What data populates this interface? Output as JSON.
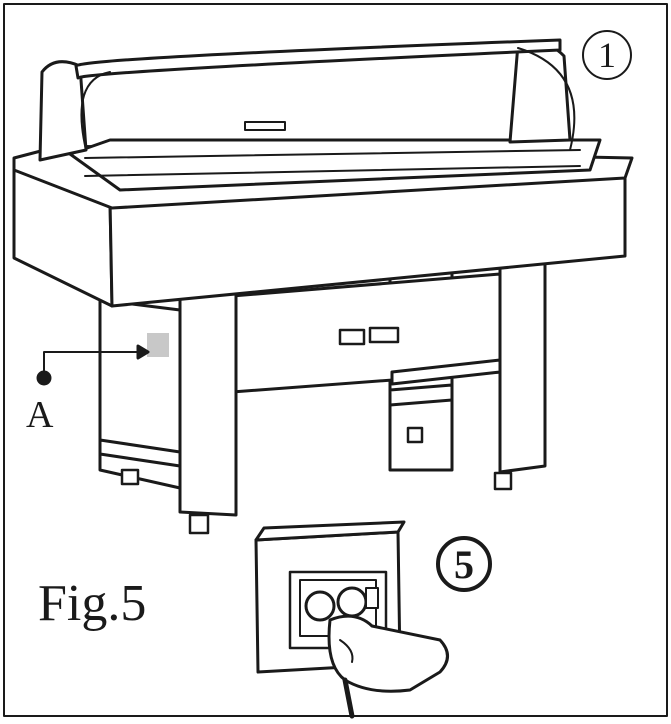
{
  "figure": {
    "label": "Fig.5",
    "callout_a": "A",
    "step_top": "1",
    "step_bottom": "5",
    "colors": {
      "line": "#1a1a1a",
      "fill": "#ffffff",
      "label_patch": "#c8c8c8"
    }
  }
}
